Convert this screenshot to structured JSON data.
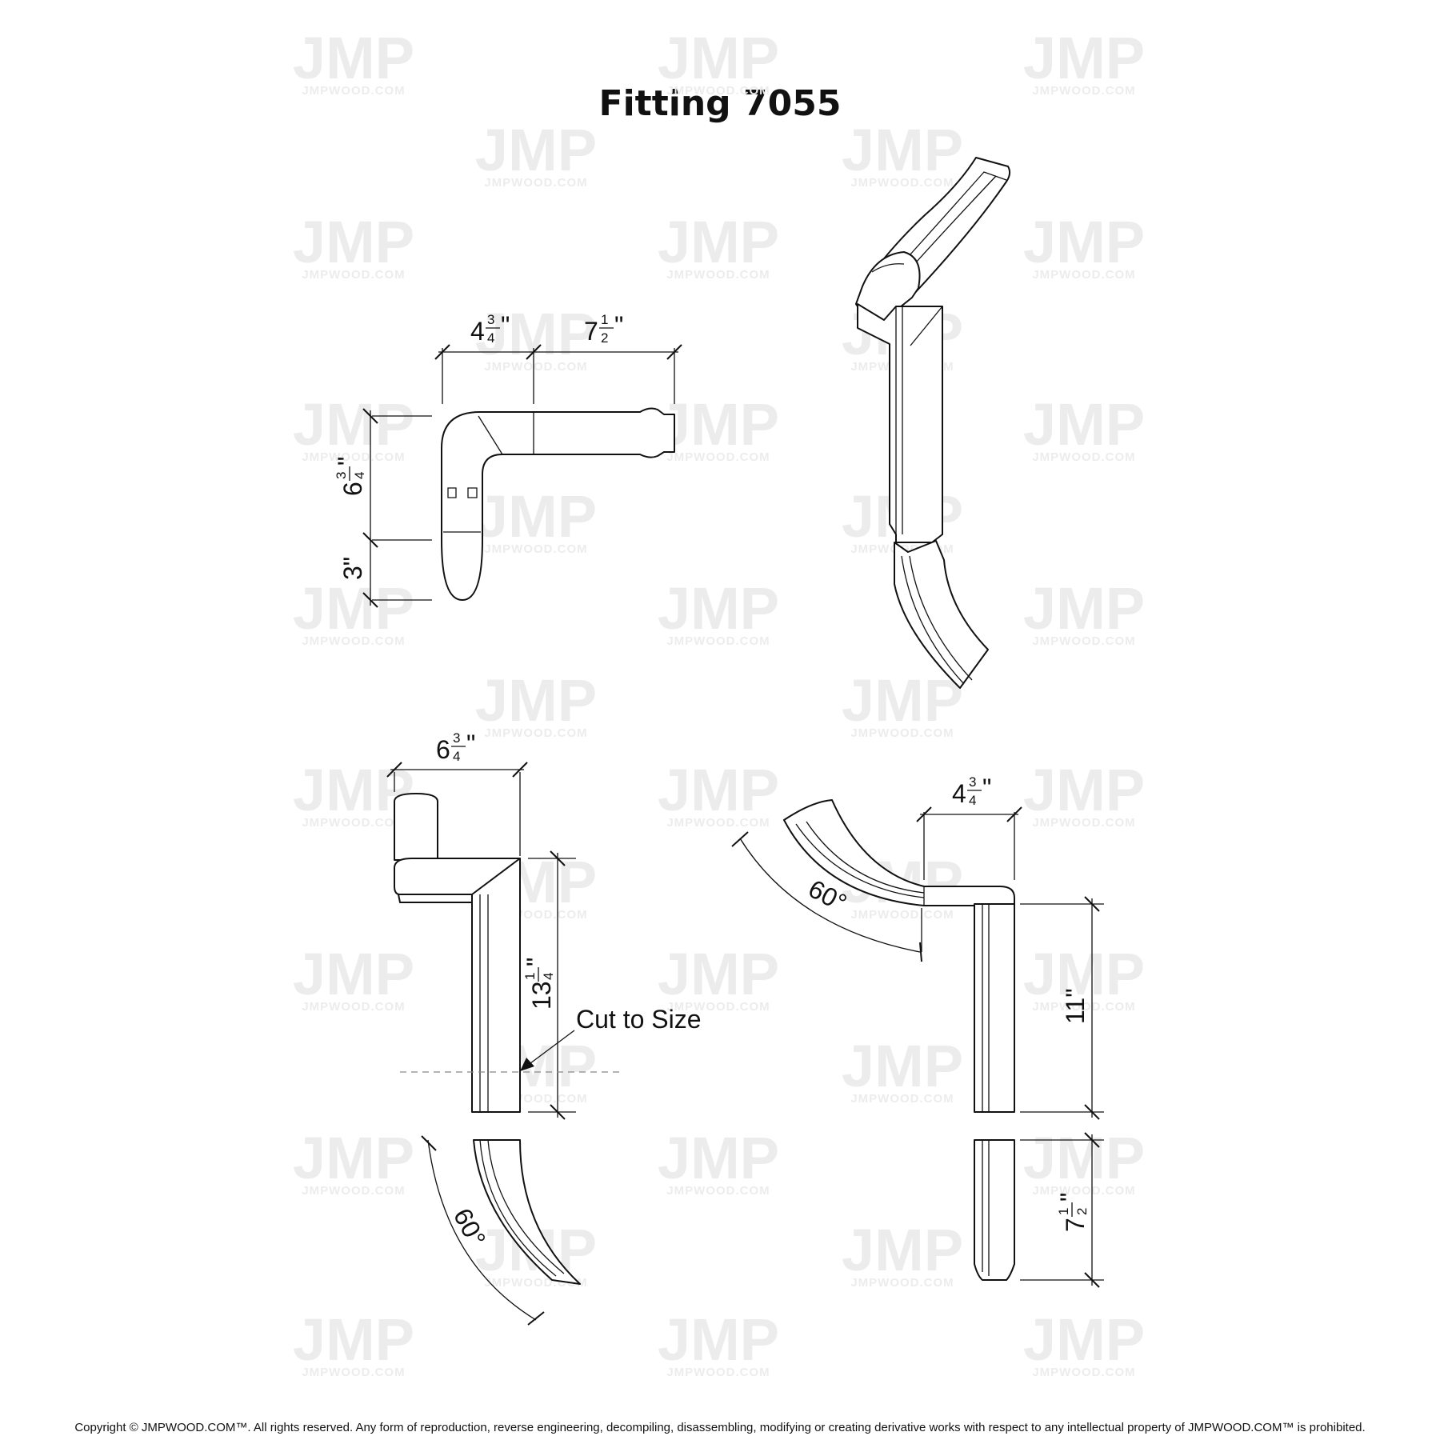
{
  "title": "Fitting 7055",
  "watermark": {
    "logo": "JMP",
    "site": "JMPWOOD.COM"
  },
  "dimensions": {
    "top_left": {
      "width_a": "4",
      "width_a_frac": [
        "3",
        "4"
      ],
      "width_b": "7",
      "width_b_frac": [
        "1",
        "2"
      ],
      "height_a": "6",
      "height_a_frac": [
        "3",
        "4"
      ],
      "height_b": "3\""
    },
    "bottom_left": {
      "width": "6",
      "width_frac": [
        "3",
        "4"
      ],
      "height": "13",
      "height_frac": [
        "1",
        "4"
      ],
      "angle": "60°",
      "note": "Cut to Size"
    },
    "bottom_right": {
      "width": "4",
      "width_frac": [
        "3",
        "4"
      ],
      "height_a": "11\"",
      "height_b": "7",
      "height_b_frac": [
        "1",
        "2"
      ],
      "angle": "60°"
    }
  },
  "copyright": "Copyright © JMPWOOD.COM™. All rights reserved. Any form of reproduction, reverse engineering, decompiling, disassembling, modifying or creating derivative works with respect to any intellectual property of JMPWOOD.COM™ is prohibited."
}
